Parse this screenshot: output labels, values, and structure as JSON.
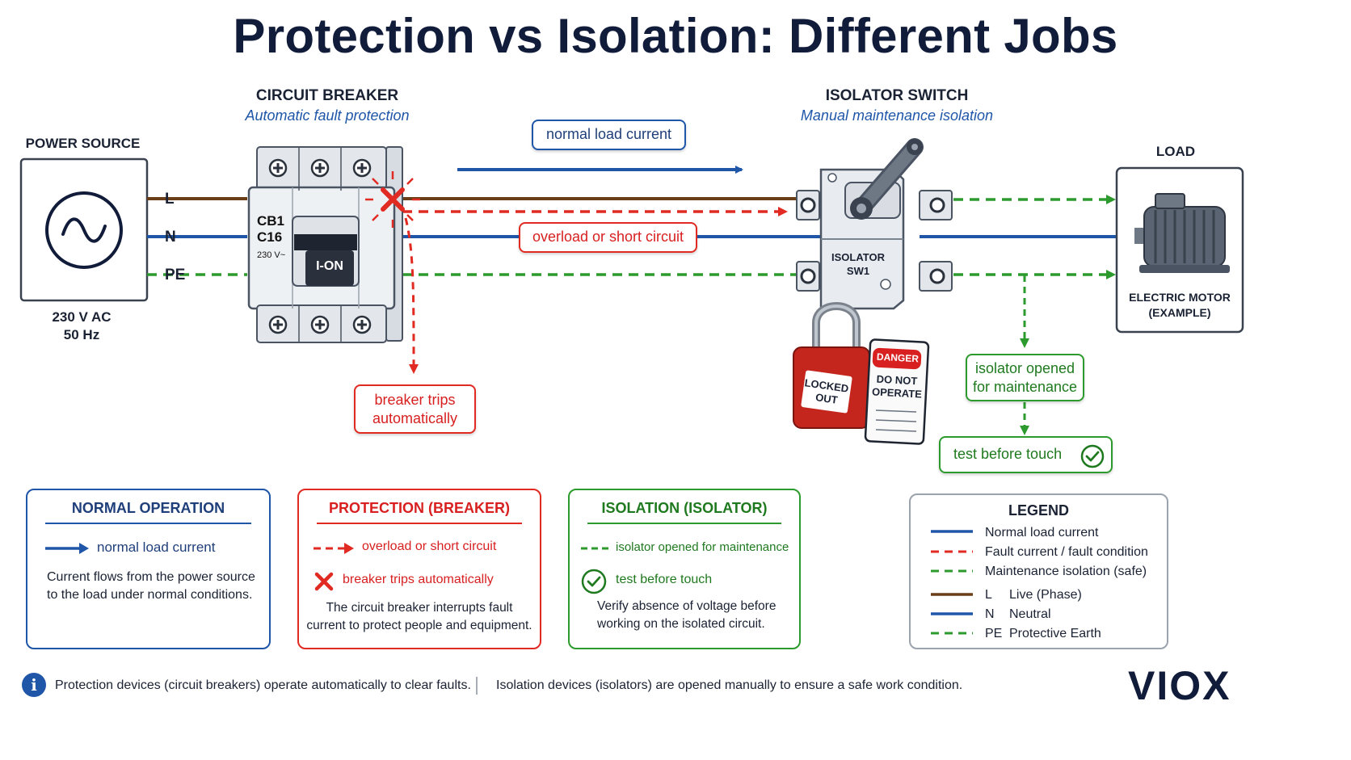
{
  "title": "Protection vs Isolation: Different Jobs",
  "power_source": {
    "label": "POWER SOURCE",
    "voltage": "230 V AC",
    "frequency": "50 Hz"
  },
  "lines": {
    "l": "L",
    "n": "N",
    "pe": "PE"
  },
  "breaker": {
    "title": "CIRCUIT BREAKER",
    "subtitle": "Automatic fault protection",
    "id": "CB1",
    "rating": "C16",
    "voltage": "230 V~",
    "handle": "I-ON"
  },
  "isolator": {
    "title": "ISOLATOR SWITCH",
    "subtitle": "Manual maintenance isolation",
    "label_line1": "ISOLATOR",
    "label_line2": "SW1",
    "lock_line1": "LOCKED",
    "lock_line2": "OUT",
    "tag_header": "DANGER",
    "tag_line1": "DO NOT",
    "tag_line2": "OPERATE"
  },
  "load": {
    "title": "LOAD",
    "name_line1": "ELECTRIC MOTOR",
    "name_line2": "(EXAMPLE)"
  },
  "callouts": {
    "normal_current": "normal load current",
    "overload": "overload or short circuit",
    "trips_line1": "breaker trips",
    "trips_line2": "automatically",
    "iso_line1": "isolator opened",
    "iso_line2": "for maintenance",
    "test": "test before touch"
  },
  "cards": {
    "normal": {
      "title": "NORMAL OPERATION",
      "item": "normal load current",
      "text_line1": "Current flows from the power source",
      "text_line2": "to the load under normal conditions."
    },
    "protection": {
      "title": "PROTECTION (BREAKER)",
      "item1": "overload or short circuit",
      "item2": "breaker trips automatically",
      "text_line1": "The circuit breaker interrupts fault",
      "text_line2": "current to protect people and equipment."
    },
    "isolation": {
      "title": "ISOLATION (ISOLATOR)",
      "item1": "isolator opened for maintenance",
      "item2": "test before touch",
      "text_line1": "Verify absence of voltage before",
      "text_line2": "working on the isolated circuit."
    }
  },
  "legend": {
    "title": "LEGEND",
    "items": [
      {
        "label": "Normal load current"
      },
      {
        "label": "Fault current / fault condition"
      },
      {
        "label": "Maintenance isolation (safe)"
      },
      {
        "code": "L",
        "label": "Live (Phase)"
      },
      {
        "code": "N",
        "label": "Neutral"
      },
      {
        "code": "PE",
        "label": "Protective Earth"
      }
    ]
  },
  "footer": {
    "left": "Protection devices (circuit breakers) operate automatically to clear faults.",
    "right": "Isolation devices (isolators) are opened manually to ensure a safe work condition.",
    "info_icon": "i"
  },
  "brand": "VIOX",
  "colors": {
    "blue": "#1f56a8",
    "red": "#e02a22",
    "green": "#2d9a2d",
    "brown": "#6b3e1a",
    "navy": "#111c3a"
  },
  "icons": [
    "sine-wave-icon",
    "close-icon",
    "check-icon",
    "info-icon",
    "motor-icon",
    "padlock-icon",
    "tag-icon"
  ]
}
